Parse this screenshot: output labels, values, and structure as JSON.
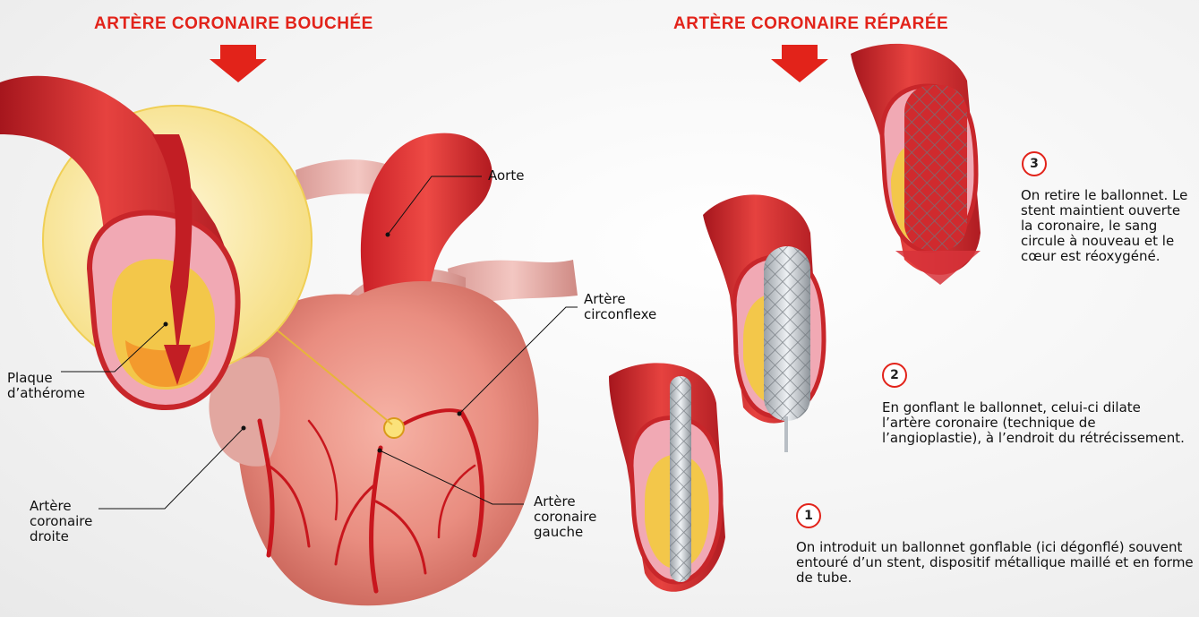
{
  "left_panel": {
    "heading": "ARTÈRE CORONAIRE BOUCHÉE",
    "labels": {
      "aorta": "Aorte",
      "circumflex": [
        "Artère",
        "circonflexe"
      ],
      "plaque": [
        "Plaque",
        "d’athérome"
      ],
      "right_coronary": [
        "Artère",
        "coronaire",
        "droite"
      ],
      "left_coronary": [
        "Artère",
        "coronaire",
        "gauche"
      ]
    }
  },
  "right_panel": {
    "heading": "ARTÈRE CORONAIRE RÉPARÉE",
    "steps": [
      {
        "number": "1",
        "text": "On introduit un ballonnet gonflable (ici dégonflé) souvent entouré d’un stent, dispositif métallique maillé et en forme de tube."
      },
      {
        "number": "2",
        "text": "En gonflant le ballonnet, celui-ci dilate l’artère coronaire (technique de l’angioplastie), à l’endroit du rétrécissement."
      },
      {
        "number": "3",
        "text": "On retire le ballonnet. Le stent maintient ouverte la coronaire, le sang circule à nouveau et le cœur est réoxygéné."
      }
    ]
  },
  "colors": {
    "accent_red": "#e2231a",
    "artery_red": "#c8262a",
    "plaque_yellow": "#f3c74a",
    "highlight_yellow": "#fbe9a0"
  }
}
